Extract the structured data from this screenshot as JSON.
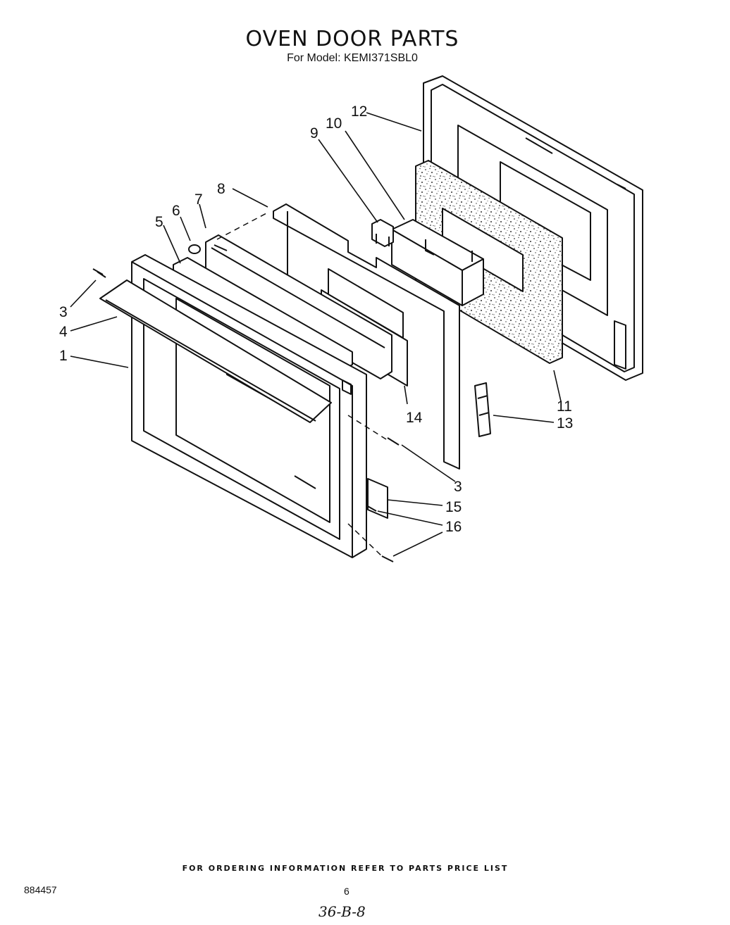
{
  "header": {
    "title": "OVEN DOOR PARTS",
    "model_line": "For Model: KEMI371SBL0"
  },
  "callouts": [
    "1",
    "3",
    "4",
    "5",
    "6",
    "7",
    "8",
    "9",
    "10",
    "12",
    "14",
    "11",
    "13",
    "3",
    "15",
    "16"
  ],
  "footer": {
    "ordering_note": "FOR ORDERING INFORMATION REFER TO PARTS PRICE LIST",
    "doc_number": "884457",
    "page_number": "6",
    "handwritten_code": "36-B-8"
  }
}
